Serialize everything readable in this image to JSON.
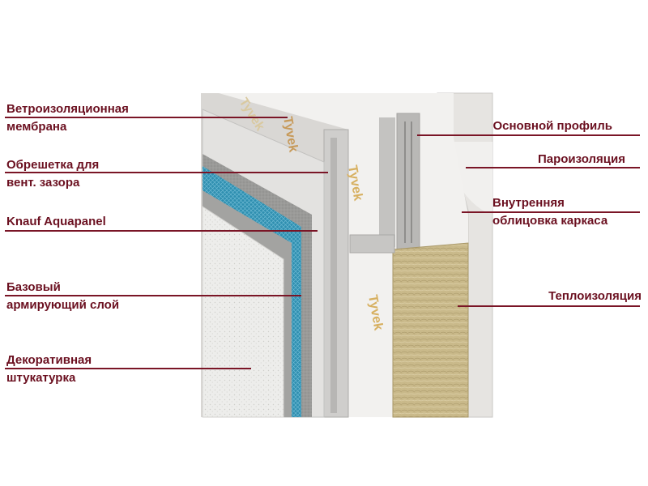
{
  "colors": {
    "label_text": "#6b1020",
    "leader_line": "#7a1526",
    "mesh": "#2f8fb0",
    "insulation": "#c9b98a"
  },
  "labels": {
    "windproof_membrane": [
      "Ветроизоляционная",
      "мембрана"
    ],
    "vent_battens": [
      "Обрешетка для",
      "вент. зазора"
    ],
    "knauf_aquapanel": [
      "Knauf Aquapanel"
    ],
    "base_reinforcing": [
      "Базовый",
      "армирующий слой"
    ],
    "decorative_plaster": [
      "Декоративная",
      "штукатурка"
    ],
    "main_profile": [
      "Основной профиль"
    ],
    "vapor_barrier": [
      "Пароизоляция"
    ],
    "inner_cladding": [
      "Внутренняя",
      "облицовка каркаса"
    ],
    "thermal_insulation": [
      "Теплоизоляция"
    ]
  },
  "membrane_brand": "Tyvek"
}
